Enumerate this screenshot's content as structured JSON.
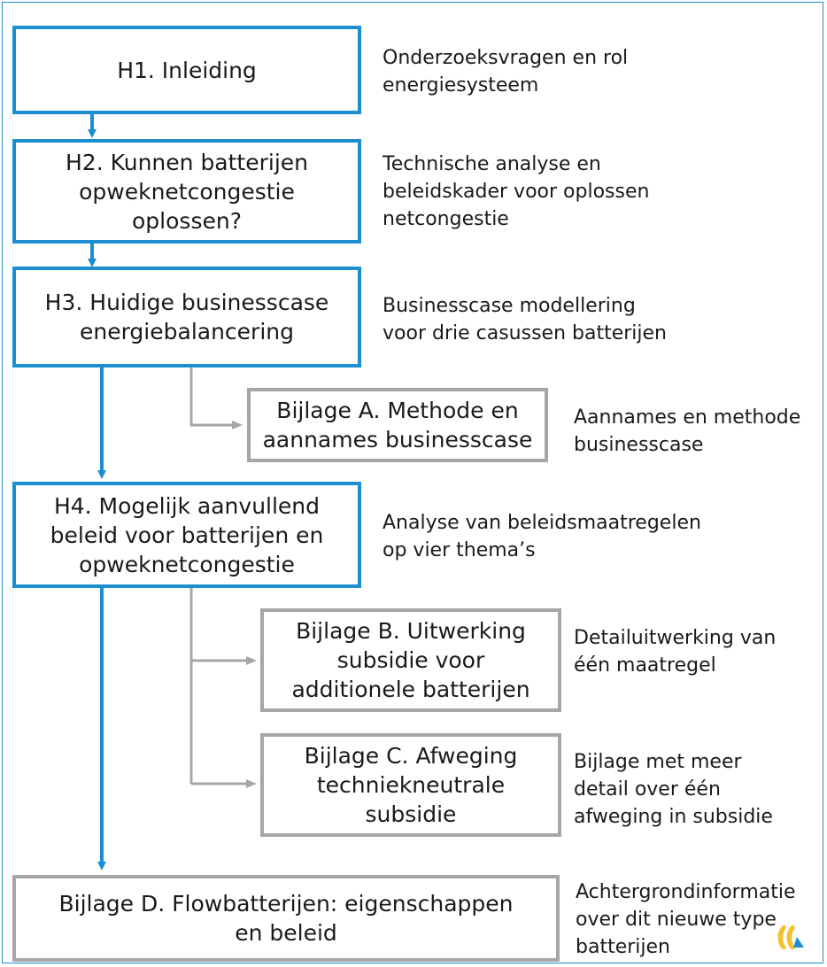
{
  "chapters": [
    {
      "title": "H1. Inleiding",
      "description": "Onderzoeksvragen en rol\nenergiesysteem"
    },
    {
      "title": "H2. Kunnen batterijen\nopweknetcongestie\noplossen?",
      "description": "Technische analyse en\nbeleidskader voor oplossen\nnetcongestie"
    },
    {
      "title": "H3. Huidige businesscase\nenergiebalancering",
      "description": "Businesscase modellering\nvoor drie casussen batterijen"
    },
    {
      "title": "H4. Mogelijk aanvullend\nbeleid voor batterijen en\nopweknetcongestie",
      "description": "Analyse van beleidsmaatregelen\nop vier thema’s"
    }
  ],
  "appendices": [
    {
      "title": "Bijlage A. Methode en\naannames businesscase",
      "description": "Aannames en methode\nbusinesscase"
    },
    {
      "title": "Bijlage B. Uitwerking\nsubsidie voor\nadditionele batterijen",
      "description": "Detailuitwerking van\néén maatregel"
    },
    {
      "title": "Bijlage C. Afweging\ntechniekneutrale\nsubsidie",
      "description": "Bijlage met meer\ndetail over één\nafweging in subsidie"
    },
    {
      "title": "Bijlage D. Flowbatterijen: eigenschappen\nen beleid",
      "description": "Achtergrondinformatie\nover dit nieuwe type\nbatterijen"
    }
  ],
  "colors": {
    "chapter_border": "#1d8fd0",
    "appendix_border": "#a6a6a6",
    "appendix_arrow": "#a6a6a6"
  },
  "logo_icon": "logo-icon"
}
